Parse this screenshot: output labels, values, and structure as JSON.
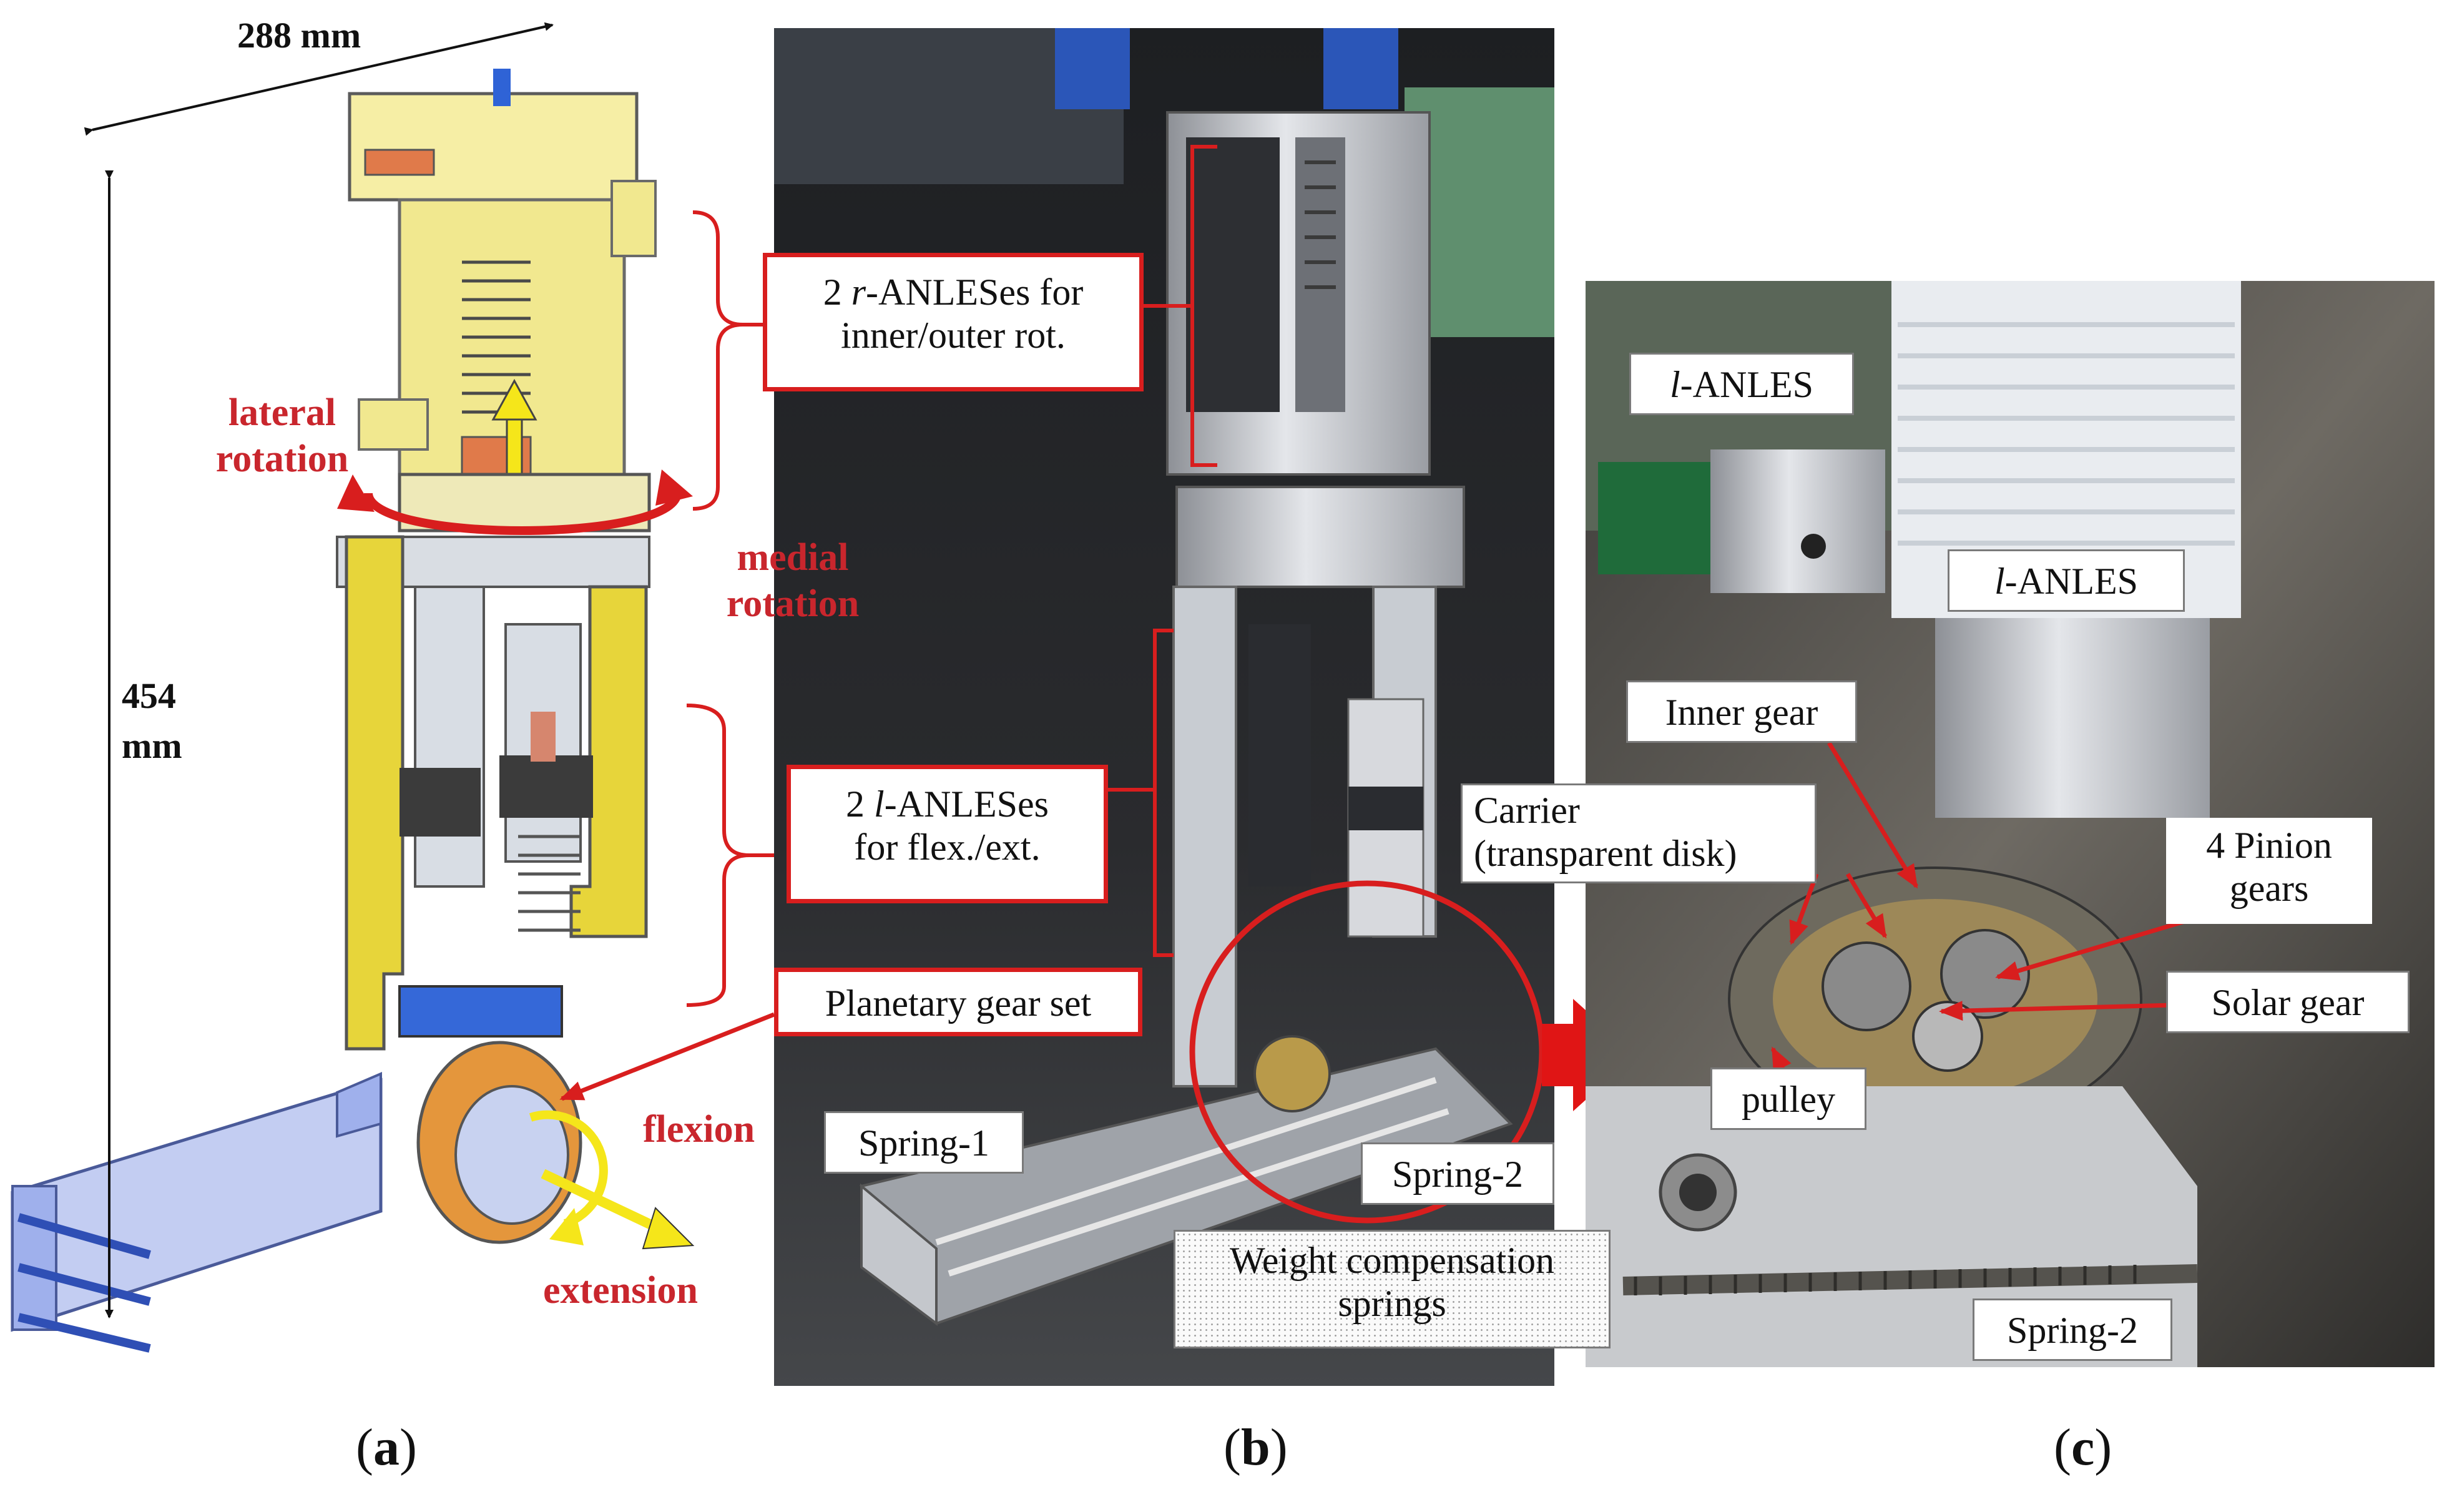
{
  "panel_a": {
    "tag": "a",
    "width_dim": "288 mm",
    "height_dim_value": "454",
    "height_dim_unit": "mm",
    "lateral_rotation_1": "lateral",
    "lateral_rotation_2": "rotation",
    "medial_rotation_1": "medial",
    "medial_rotation_2": "rotation",
    "flexion": "flexion",
    "extension": "extension"
  },
  "panel_b": {
    "tag": "b",
    "r_anles_line1_pre": "2 ",
    "r_anles_line1_ital": "r",
    "r_anles_line1_post": "-ANLESes for",
    "r_anles_line2": "inner/outer rot.",
    "l_anles_line1_pre": "2 ",
    "l_anles_line1_ital": "l",
    "l_anles_line1_post": "-ANLESes",
    "l_anles_line2": "for flex./ext.",
    "planetary": "Planetary gear set",
    "spring1": "Spring-1",
    "spring2": "Spring-2",
    "weight_line1": "Weight compensation",
    "weight_line2": "springs"
  },
  "panel_c": {
    "tag": "c",
    "l_anles_ital": "l",
    "l_anles_post": "-ANLES",
    "inner_gear": "Inner gear",
    "carrier_line1": "Carrier",
    "carrier_line2": "(transparent disk)",
    "pinion_line1": "4 Pinion",
    "pinion_line2": "gears",
    "solar_gear": "Solar gear",
    "pulley": "pulley",
    "spring2": "Spring-2"
  },
  "colors": {
    "annotation_red": "#d81e1e",
    "rotation_red": "#c9262d",
    "yellow_arrow": "#f5e61a"
  }
}
